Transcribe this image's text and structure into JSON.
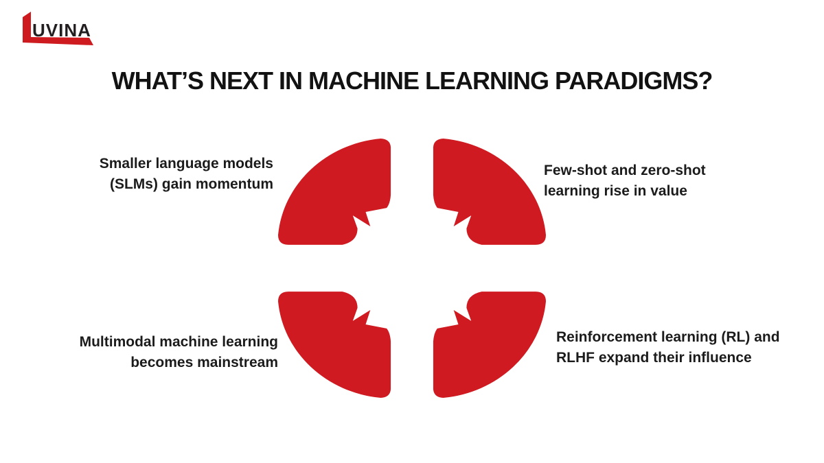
{
  "logo": {
    "text": "UVINA",
    "brand_color": "#ce1b20",
    "text_color": "#231f20"
  },
  "title": {
    "text": "WHAT’S NEXT IN MACHINE LEARNING PARADIGMS?",
    "color": "#121212"
  },
  "diagram": {
    "type": "cycle-infographic",
    "shape_color": "#ce1a20",
    "items": [
      {
        "position": "top-left",
        "line1": "Smaller language models",
        "line2": "(SLMs) gain momentum"
      },
      {
        "position": "top-right",
        "line1": "Few-shot and zero-shot",
        "line2": "learning rise in value"
      },
      {
        "position": "bottom-left",
        "line1": "Multimodal machine learning",
        "line2": "becomes mainstream"
      },
      {
        "position": "bottom-right",
        "line1": "Reinforcement learning (RL) and",
        "line2": "RLHF expand their influence"
      }
    ]
  }
}
